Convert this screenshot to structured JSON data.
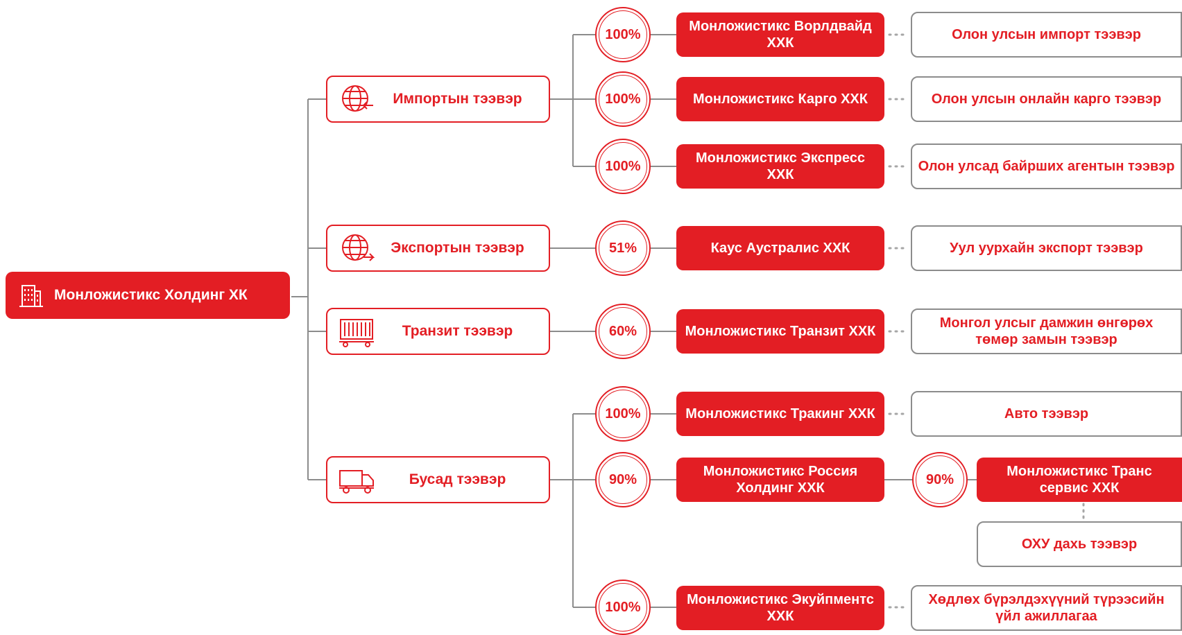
{
  "holding": {
    "label": "Монложистикс Холдинг ХК",
    "icon": "building-icon"
  },
  "categories": [
    {
      "id": "import",
      "label": "Импортын тээвэр",
      "icon": "globe-import-icon"
    },
    {
      "id": "export",
      "label": "Экспортын тээвэр",
      "icon": "globe-export-icon"
    },
    {
      "id": "transit",
      "label": "Транзит тээвэр",
      "icon": "rail-container-icon"
    },
    {
      "id": "other",
      "label": "Бусад тээвэр",
      "icon": "truck-icon"
    }
  ],
  "companies": [
    {
      "pct": "100%",
      "name": "Монложистикс Ворлдвайд ХХК",
      "activity": "Олон улсын импорт тээвэр"
    },
    {
      "pct": "100%",
      "name": "Монложистикс Карго ХХК",
      "activity": "Олон улсын онлайн карго тээвэр"
    },
    {
      "pct": "100%",
      "name": "Монложистикс Экспресс ХХК",
      "activity": "Олон улсад байрших агентын тээвэр"
    },
    {
      "pct": "51%",
      "name": "Каус Аустралис ХХК",
      "activity": "Уул уурхайн экспорт тээвэр"
    },
    {
      "pct": "60%",
      "name": "Монложистикс Транзит ХХК",
      "activity": "Монгол улсыг дамжин өнгөрөх төмөр замын тээвэр"
    },
    {
      "pct": "100%",
      "name": "Монложистикс Тракинг ХХК",
      "activity": "Авто тээвэр"
    },
    {
      "pct": "90%",
      "name": "Монложистикс Россия Холдинг ХХК",
      "activity": ""
    },
    {
      "pct": "100%",
      "name": "Монложистикс Экуйпментс ХХК",
      "activity": "Хөдлөх бүрэлдэхүүний түрээсийн үйл ажиллагаа"
    }
  ],
  "subsidiary": {
    "pct": "90%",
    "name": "Монложистикс Транс сервис ХХК",
    "activity": "ОХУ дахь тээвэр"
  },
  "colors": {
    "accent": "#e31e24",
    "connector": "#8c8c8c",
    "activity_border": "#8c8c8c"
  }
}
